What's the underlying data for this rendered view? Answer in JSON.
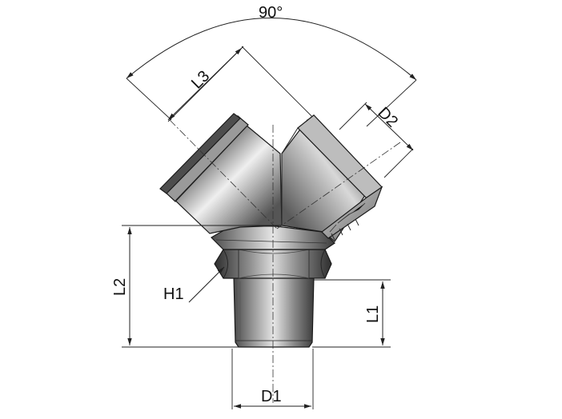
{
  "labels": {
    "angle": "90°",
    "l3": "L3",
    "d2": "D2",
    "l2": "L2",
    "h1": "H1",
    "l1": "L1",
    "d1": "D1"
  }
}
